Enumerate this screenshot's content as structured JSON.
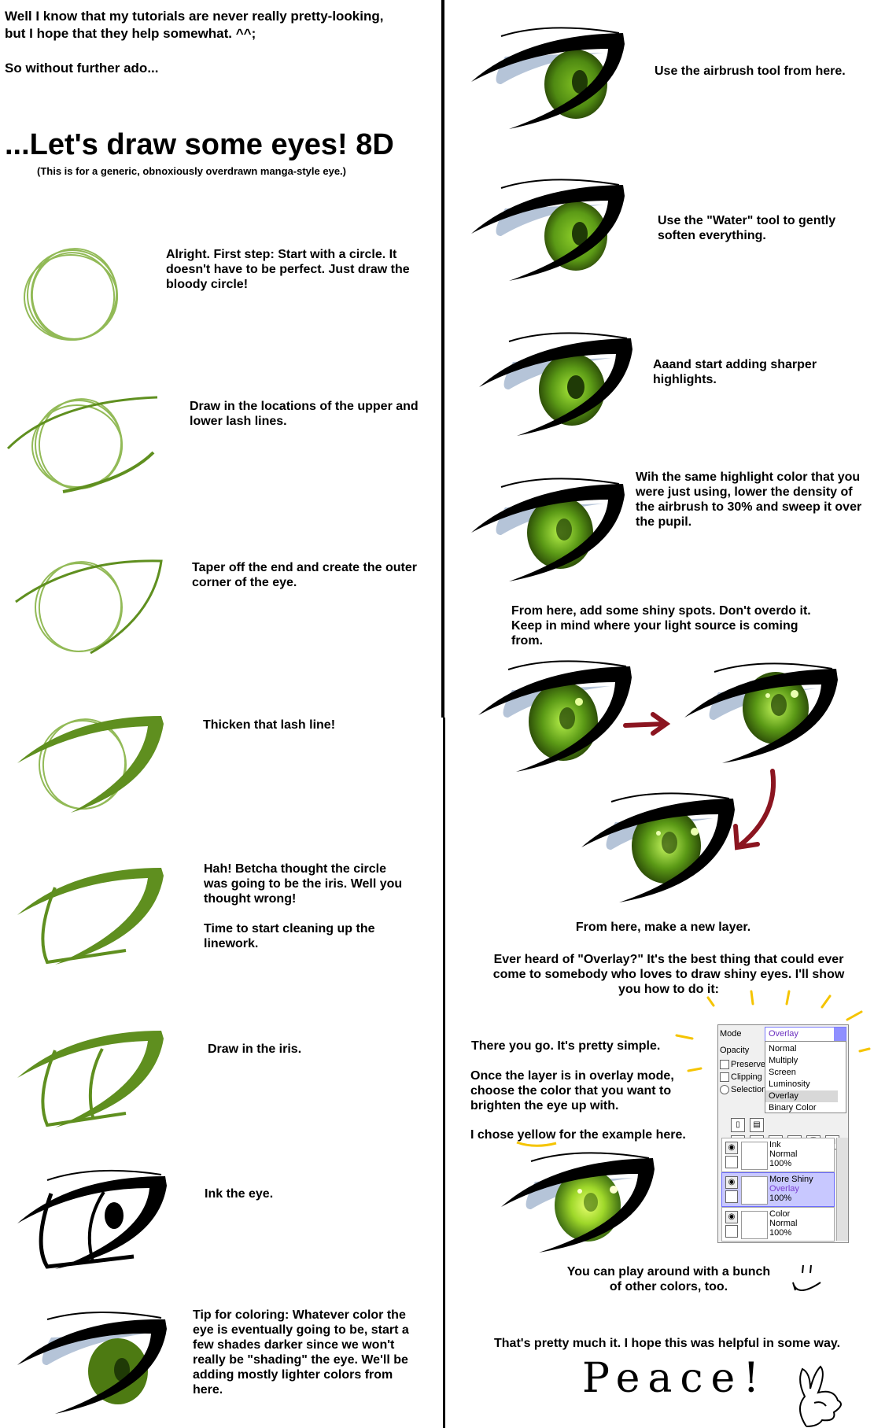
{
  "intro": {
    "line1": "Well I know that my tutorials are never really pretty-looking,",
    "line2": "but I hope that they help somewhat. ^^;",
    "line3": "So without further ado...",
    "title": "...Let's draw some eyes! 8D",
    "subtitle": "(This is for a generic, obnoxiously overdrawn manga-style eye.)"
  },
  "left_steps": [
    "Alright. First step:  Start with a circle. It doesn't have to be perfect. Just draw the bloody circle!",
    "Draw in the locations of the upper and lower lash lines.",
    "Taper off the end and create the outer corner of the eye.",
    "Thicken that lash line!",
    "Hah! Betcha thought the circle was going to be the iris. Well you thought wrong!",
    "Time to start cleaning up the linework.",
    "Draw in the iris.",
    "Ink the eye.",
    "Tip for coloring: Whatever color the eye is eventually going to be, start a few shades darker since we won't really be \"shading\" the eye. We'll be adding mostly lighter colors from here."
  ],
  "right_steps": [
    "Use the airbrush tool from here.",
    "Use the \"Water\" tool to gently soften everything.",
    "Aaand start adding sharper highlights.",
    "Wih the same highlight color that you were just using, lower the density of the airbrush to 30% and sweep it over the pupil.",
    "From here, add some shiny spots. Don't overdo it. Keep in mind where your light source is coming from.",
    "From here, make a new layer.",
    "Ever heard of \"Overlay?\" It's the best thing that could ever come to somebody who loves to draw shiny eyes. I'll show you how to do it:",
    "There you go. It's pretty simple.",
    "Once the layer is in overlay mode, choose the color that you want to brighten the eye up with.",
    "I chose yellow for the example here.",
    "You can play around with a bunch of other colors, too.",
    "That's pretty much it. I hope this was helpful in some way."
  ],
  "signoff": "Peace!",
  "palette": {
    "mode_label": "Mode",
    "mode_value": "Overlay",
    "opacity_label": "Opacity",
    "preserve_label": "Preserve",
    "clipping_label": "Clipping",
    "selection_label": "Selection",
    "modes": [
      "Normal",
      "Multiply",
      "Screen",
      "Luminosity",
      "Overlay",
      "Binary Color"
    ],
    "layers": [
      {
        "name": "Ink",
        "mode": "Normal",
        "opacity": "100%"
      },
      {
        "name": "More Shiny",
        "mode": "Overlay",
        "opacity": "100%"
      },
      {
        "name": "Color",
        "mode": "Normal",
        "opacity": "100%"
      }
    ]
  },
  "colors": {
    "sketch_green": "#7fae3a",
    "iris_dark": "#3f6e12",
    "iris_light": "#9fd82a",
    "arrow_red": "#8b1520",
    "highlight_yellow": "#f5c400"
  }
}
